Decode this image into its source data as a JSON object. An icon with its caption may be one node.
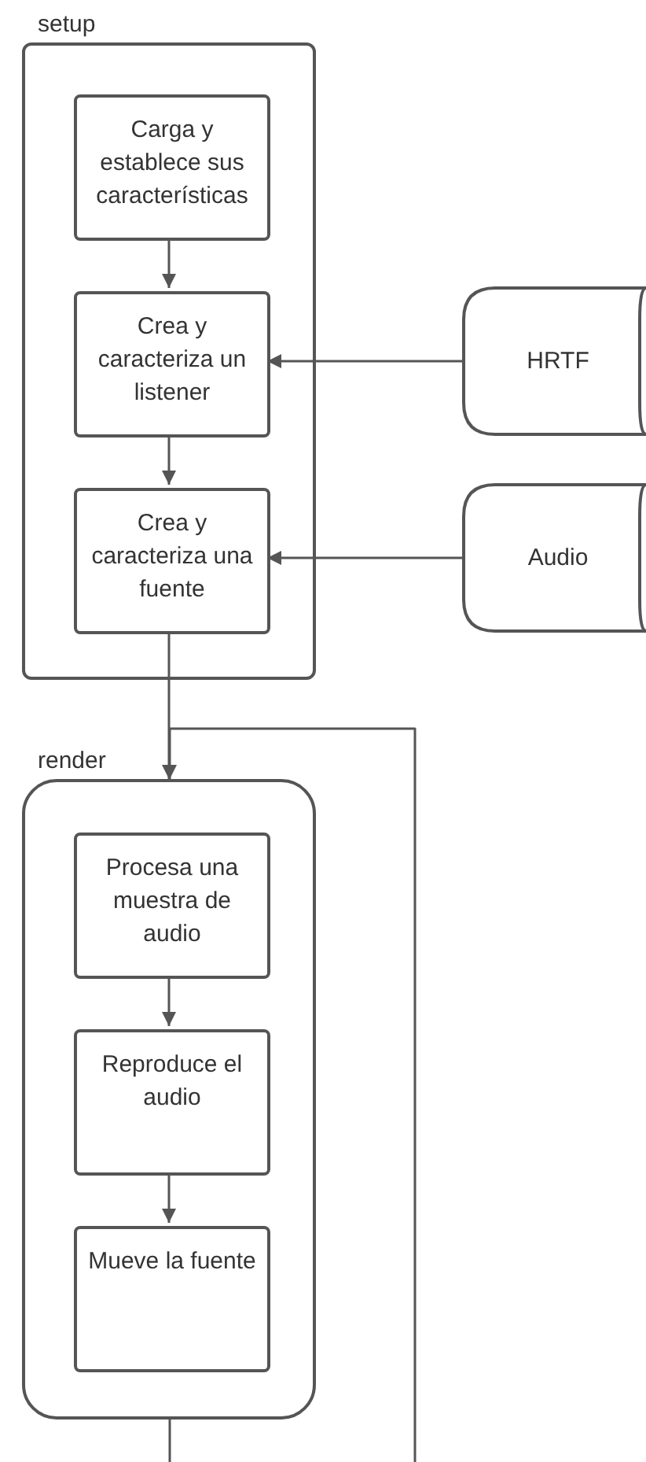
{
  "diagram": {
    "nodes": [
      {
        "text": [
          "setup"
        ]
      },
      {
        "text": [
          "Carga y establece sus características"
        ],
        "in": 0
      },
      {
        "text": [
          "Crea y caracteriza un listener"
        ],
        "in": 0
      },
      {
        "text": [
          "Crea y caracteriza una fuente"
        ],
        "in": 0
      },
      {
        "text": [
          "HRTF"
        ]
      },
      {
        "text": [
          "Audio"
        ]
      },
      {
        "text": [
          "render"
        ]
      },
      {
        "text": [
          "Procesa una muestra de audio"
        ],
        "in": 6
      },
      {
        "text": [
          "Reproduce el audio"
        ],
        "in": 6
      },
      {
        "text": [
          "Mueve la fuente"
        ],
        "in": 6
      }
    ],
    "edges": [
      {
        "from": 1,
        "to": 2,
        "arrow": "to"
      },
      {
        "from": 2,
        "to": 3,
        "arrow": "to"
      },
      {
        "from": 4,
        "to": 2,
        "arrow": "to"
      },
      {
        "from": 5,
        "to": 3,
        "arrow": "to"
      },
      {
        "from": 3,
        "to": 6,
        "arrow": "to"
      },
      {
        "from": null,
        "to": 6,
        "arrow": "to"
      },
      {
        "from": 6,
        "to": null,
        "arrow": "none"
      },
      {
        "from": 7,
        "to": 8,
        "arrow": "to"
      },
      {
        "from": 8,
        "to": 9,
        "arrow": "to"
      }
    ]
  }
}
